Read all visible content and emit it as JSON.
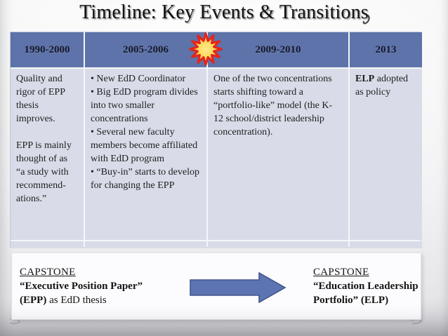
{
  "title": "Timeline: Key Events & Transitions",
  "table": {
    "headers": [
      "1990-2000",
      "2005-2006",
      "2009-2010",
      "2013"
    ],
    "col1": {
      "p1": "Quality and rigor of EPP thesis improves.",
      "p2": "EPP is mainly thought of as “a study with recommend-ations.”"
    },
    "col2": {
      "bullets": [
        "• New EdD Coordinator",
        "• Big EdD program divides into two smaller concentrations",
        "• Several new faculty members become affiliated with EdD program",
        "• “Buy-in” starts to develop for changing the EPP"
      ]
    },
    "col3": {
      "p1": "One of the two concentrations starts shifting toward a “portfolio-like” model (the K-12 school/district leadership concentration)."
    },
    "col4": {
      "bold": "ELP",
      "rest": "adopted as policy"
    }
  },
  "footer": {
    "left": {
      "heading": "CAPSTONE",
      "line1": "“Executive Position Paper”",
      "line2_bold": "(EPP)",
      "line2_rest": " as EdD thesis"
    },
    "right": {
      "heading": "CAPSTONE",
      "body": "“Education Leadership Portfolio” (ELP)"
    }
  },
  "icons": [
    {
      "name": "starburst-icon",
      "glyph": "12-point burst star"
    },
    {
      "name": "right-arrow-icon",
      "glyph": "→"
    }
  ],
  "colors": {
    "header_blue": "#5d73a9",
    "cell_bg": "#d9dce8",
    "table_line": "#f4f6fa",
    "arrow_fill": "#5d74b2",
    "arrow_stroke": "#44568e",
    "burst_red": "#e3251e",
    "burst_orange": "#ffa01f",
    "burst_yellow": "#ffd95a",
    "text_dark": "#1e1e1e"
  }
}
